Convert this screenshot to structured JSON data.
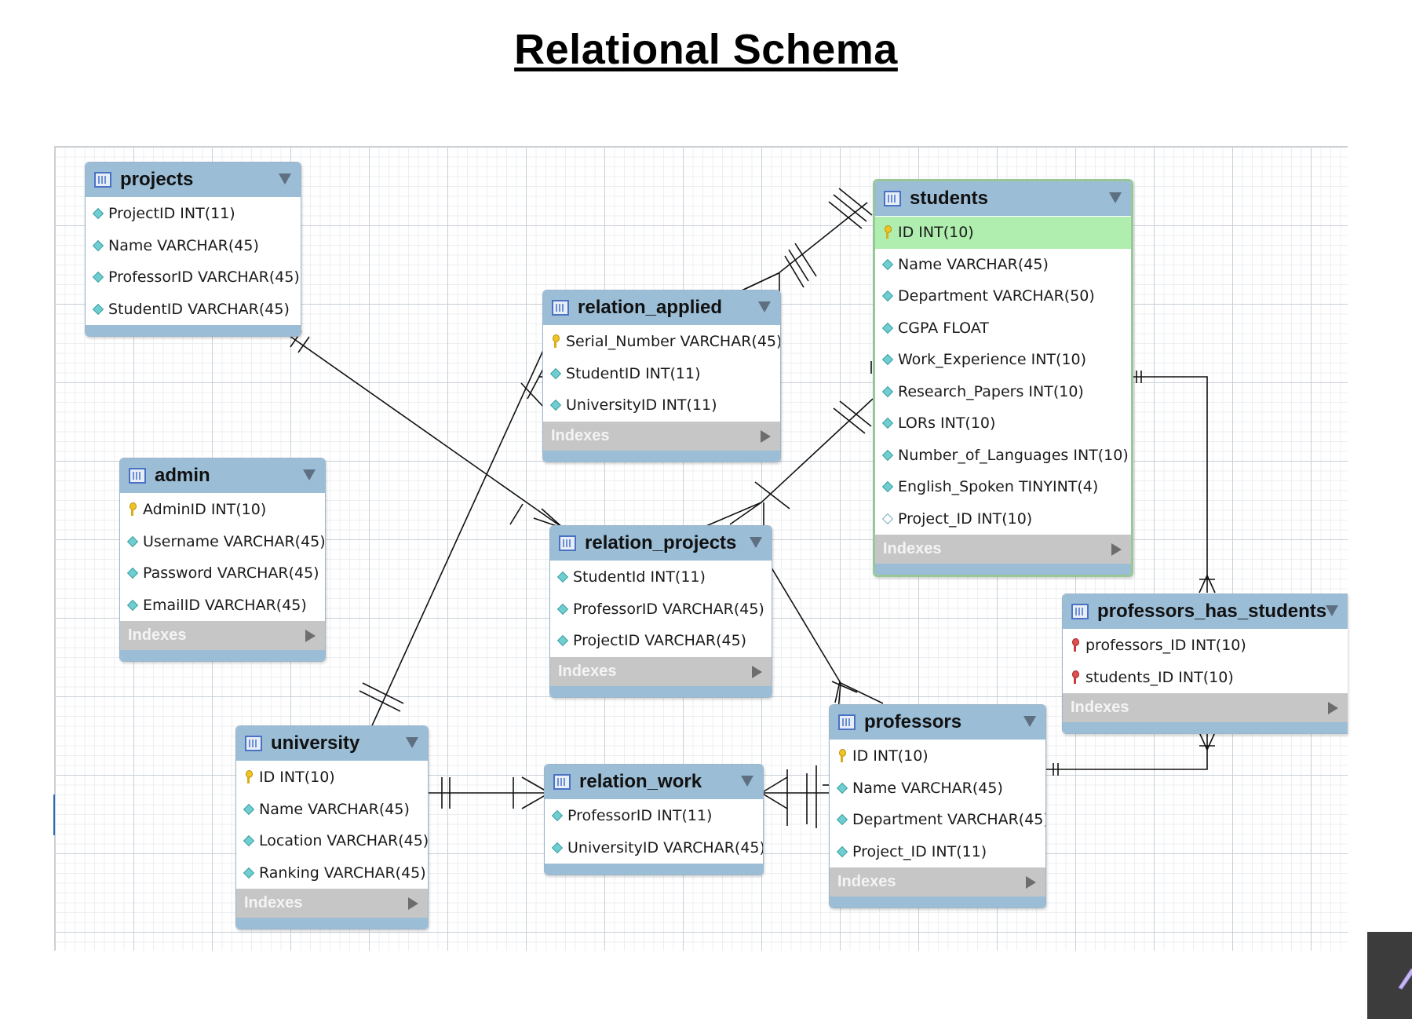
{
  "title": "Relational Schema",
  "index_label": "Indexes",
  "tables": {
    "projects": {
      "name": "projects",
      "columns": [
        {
          "text": "ProjectID INT(11)",
          "icon": "diamond"
        },
        {
          "text": "Name VARCHAR(45)",
          "icon": "diamond"
        },
        {
          "text": "ProfessorID VARCHAR(45)",
          "icon": "diamond"
        },
        {
          "text": "StudentID VARCHAR(45)",
          "icon": "diamond"
        }
      ]
    },
    "relation_applied": {
      "name": "relation_applied",
      "columns": [
        {
          "text": "Serial_Number VARCHAR(45)",
          "icon": "key-gold"
        },
        {
          "text": "StudentID INT(11)",
          "icon": "diamond"
        },
        {
          "text": "UniversityID INT(11)",
          "icon": "diamond"
        }
      ]
    },
    "students": {
      "name": "students",
      "columns": [
        {
          "text": "ID INT(10)",
          "icon": "key-gold"
        },
        {
          "text": "Name VARCHAR(45)",
          "icon": "diamond"
        },
        {
          "text": "Department VARCHAR(50)",
          "icon": "diamond"
        },
        {
          "text": "CGPA FLOAT",
          "icon": "diamond"
        },
        {
          "text": "Work_Experience INT(10)",
          "icon": "diamond"
        },
        {
          "text": "Research_Papers INT(10)",
          "icon": "diamond"
        },
        {
          "text": "LORs INT(10)",
          "icon": "diamond"
        },
        {
          "text": "Number_of_Languages INT(10)",
          "icon": "diamond"
        },
        {
          "text": "English_Spoken TINYINT(4)",
          "icon": "diamond"
        },
        {
          "text": "Project_ID INT(10)",
          "icon": "diamond-empty"
        }
      ]
    },
    "admin": {
      "name": "admin",
      "columns": [
        {
          "text": "AdminID INT(10)",
          "icon": "key-gold"
        },
        {
          "text": "Username VARCHAR(45)",
          "icon": "diamond"
        },
        {
          "text": "Password VARCHAR(45)",
          "icon": "diamond"
        },
        {
          "text": "EmailID VARCHAR(45)",
          "icon": "diamond"
        }
      ]
    },
    "relation_projects": {
      "name": "relation_projects",
      "columns": [
        {
          "text": "StudentId INT(11)",
          "icon": "diamond"
        },
        {
          "text": "ProfessorID VARCHAR(45)",
          "icon": "diamond"
        },
        {
          "text": "ProjectID VARCHAR(45)",
          "icon": "diamond"
        }
      ]
    },
    "professors_has_students": {
      "name": "professors_has_students",
      "columns": [
        {
          "text": "professors_ID INT(10)",
          "icon": "key-red"
        },
        {
          "text": "students_ID INT(10)",
          "icon": "key-red"
        }
      ]
    },
    "university": {
      "name": "university",
      "columns": [
        {
          "text": "ID INT(10)",
          "icon": "key-gold"
        },
        {
          "text": "Name VARCHAR(45)",
          "icon": "diamond"
        },
        {
          "text": "Location VARCHAR(45)",
          "icon": "diamond"
        },
        {
          "text": "Ranking VARCHAR(45)",
          "icon": "diamond"
        }
      ]
    },
    "relation_work": {
      "name": "relation_work",
      "columns": [
        {
          "text": "ProfessorID INT(11)",
          "icon": "diamond"
        },
        {
          "text": "UniversityID VARCHAR(45)",
          "icon": "diamond"
        }
      ]
    },
    "professors": {
      "name": "professors",
      "columns": [
        {
          "text": "ID INT(10)",
          "icon": "key-gold"
        },
        {
          "text": "Name VARCHAR(45)",
          "icon": "diamond"
        },
        {
          "text": "Department VARCHAR(45)",
          "icon": "diamond"
        },
        {
          "text": "Project_ID INT(11)",
          "icon": "diamond"
        }
      ]
    }
  },
  "colors": {
    "header": "#9bbdd6",
    "highlight_row": "#b0eeb0",
    "selected_border": "#98c898",
    "index_bar": "#c6c6c6"
  }
}
